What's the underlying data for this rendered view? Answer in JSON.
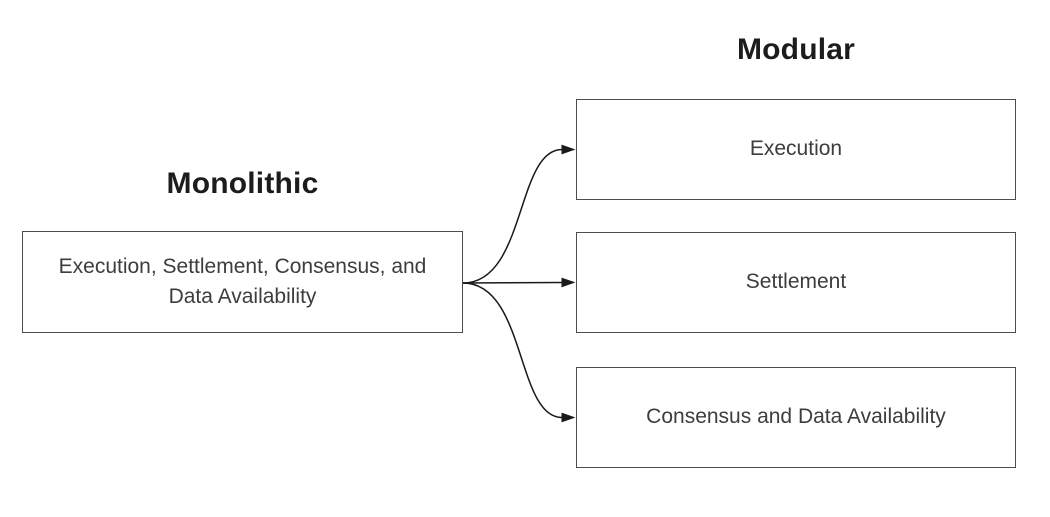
{
  "headings": {
    "monolithic": "Monolithic",
    "modular": "Modular"
  },
  "monolithic_box": {
    "label": "Execution, Settlement, Consensus, and Data Availability"
  },
  "modular_boxes": [
    {
      "label": "Execution"
    },
    {
      "label": "Settlement"
    },
    {
      "label": "Consensus and Data Availability"
    }
  ],
  "arrows": [
    {
      "from": "Execution, Settlement, Consensus, and Data Availability",
      "to": "Execution"
    },
    {
      "from": "Execution, Settlement, Consensus, and Data Availability",
      "to": "Settlement"
    },
    {
      "from": "Execution, Settlement, Consensus, and Data Availability",
      "to": "Consensus and Data Availability"
    }
  ],
  "colors": {
    "background": "#ffffff",
    "box_border": "#4d4d4d",
    "box_text": "#3d3d3d",
    "heading_text": "#1c1c1c",
    "arrow": "#1a1a1a"
  }
}
